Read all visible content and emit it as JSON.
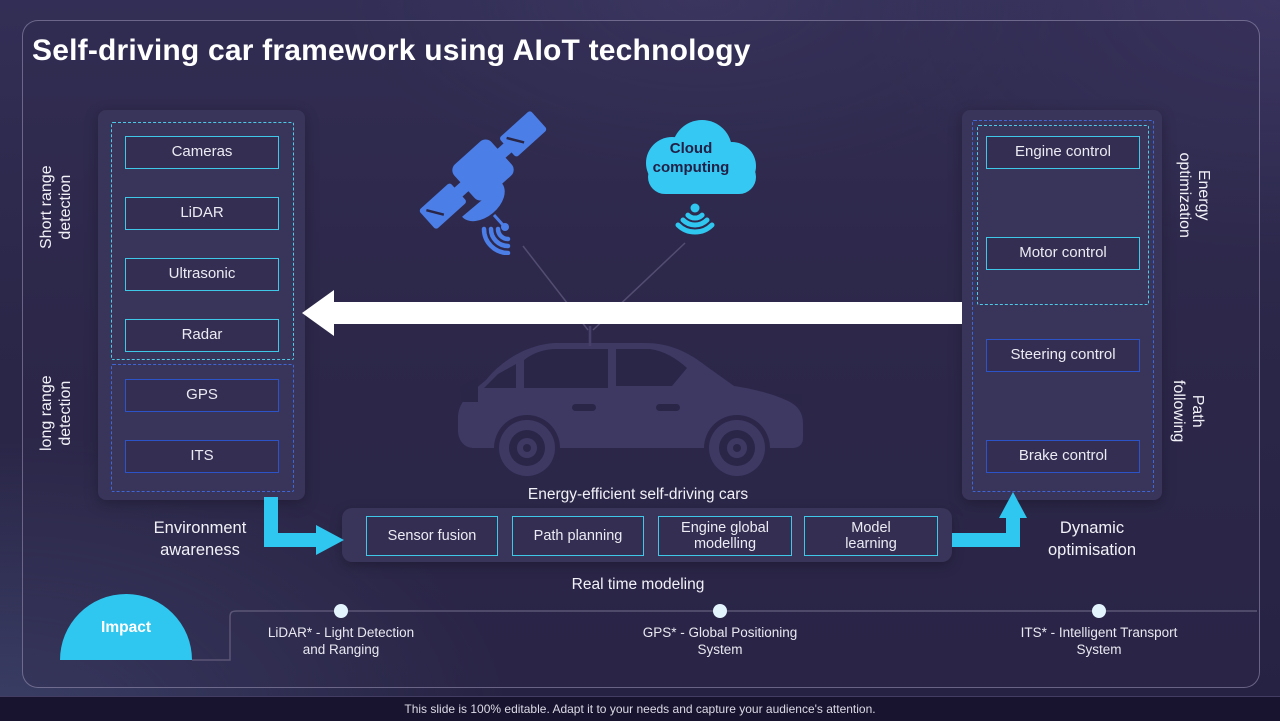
{
  "title": "Self-driving car framework using AIoT technology",
  "colors": {
    "accent_cyan": "#2fc6f0",
    "accent_blue": "#2d53c9",
    "satellite_blue": "#4c7ee8",
    "cloud_cyan": "#35c8f2",
    "panel_fill": "#393459",
    "white_arrow": "#ffffff"
  },
  "sensing": {
    "short_range": {
      "label": "Short range\ndetection",
      "items": [
        "Cameras",
        "LiDAR",
        "Ultrasonic",
        "Radar"
      ]
    },
    "long_range": {
      "label": "long range\ndetection",
      "items": [
        "GPS",
        "ITS"
      ]
    },
    "caption": "Environment\nawareness"
  },
  "control": {
    "energy": {
      "label": "Energy\noptimization",
      "items": [
        "Engine control",
        "Motor  control"
      ]
    },
    "path": {
      "label": "Path\nfollowing",
      "items": [
        "Steering control",
        "Brake control"
      ]
    },
    "caption": "Dynamic\noptimisation"
  },
  "center": {
    "cloud_label": "Cloud\ncomputing",
    "car_caption": "Energy-efficient self-driving cars"
  },
  "pipeline": {
    "items": [
      "Sensor fusion",
      "Path planning",
      "Engine global\nmodelling",
      "Model\nlearning"
    ],
    "caption": "Real time modeling"
  },
  "impact": {
    "label": "Impact"
  },
  "glossary": [
    {
      "text": "LiDAR* - Light Detection\nand Ranging"
    },
    {
      "text": "GPS* - Global Positioning\nSystem"
    },
    {
      "text": "ITS* - Intelligent Transport\nSystem"
    }
  ],
  "footer": "This slide is 100% editable. Adapt it to your needs and capture your audience's attention."
}
